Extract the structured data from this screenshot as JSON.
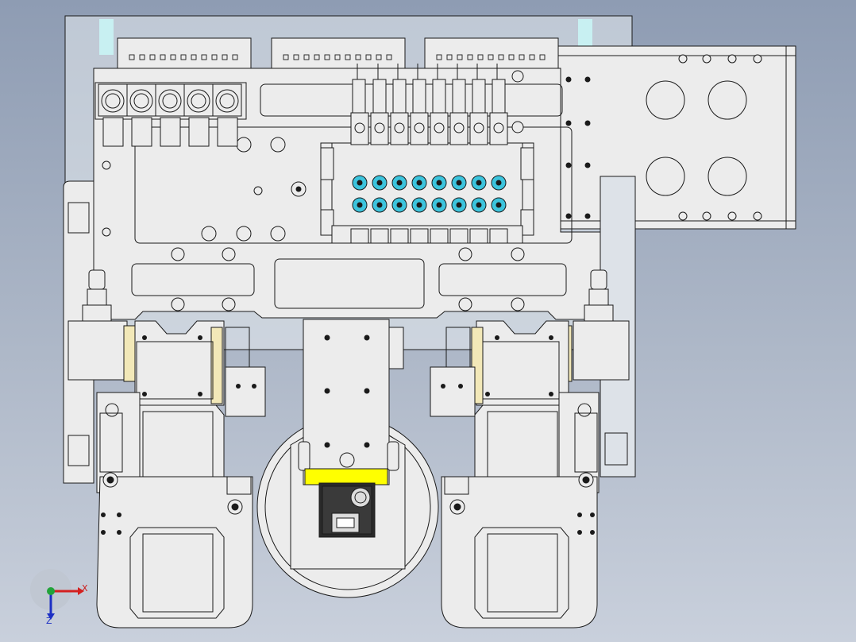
{
  "viewport": {
    "background_top": "#8e9cb3",
    "background_bottom": "#c9d0dc"
  },
  "triad": {
    "x_label": "X",
    "z_label": "Z",
    "x_color": "#d42020",
    "y_color": "#22a33a",
    "z_color": "#1c2fc4"
  },
  "model": {
    "part_fill": "#ececec",
    "part_stroke": "#1a1a1a",
    "transparent_cover": "#e8ecf0",
    "valve_port_color": "#3cc4dd",
    "label_plate_color": "#ffff00",
    "rail_highlight_color": "#c8f0f2",
    "valve_count": 8,
    "connector_count": 5
  }
}
